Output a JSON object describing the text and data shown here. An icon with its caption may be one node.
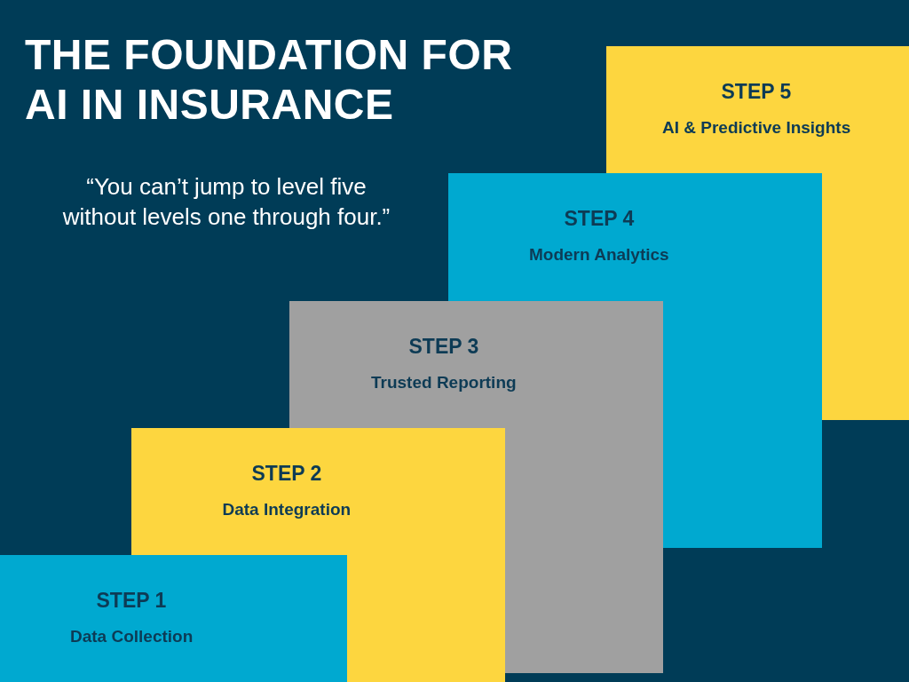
{
  "diagram": {
    "title": "THE FOUNDATION FOR AI IN INSURANCE",
    "nodes": [
      {
        "text": [
          "STEP 1",
          "Data Collection"
        ]
      },
      {
        "text": [
          "STEP 2",
          "Data Integration"
        ]
      },
      {
        "text": [
          "STEP 3",
          "Trusted Reporting"
        ]
      },
      {
        "text": [
          "STEP 4",
          "Modern Analytics"
        ]
      },
      {
        "text": [
          "STEP 5",
          "AI & Predictive Insights"
        ]
      }
    ],
    "labels": [
      "“You can’t jump to level five without levels one through four.”"
    ]
  }
}
